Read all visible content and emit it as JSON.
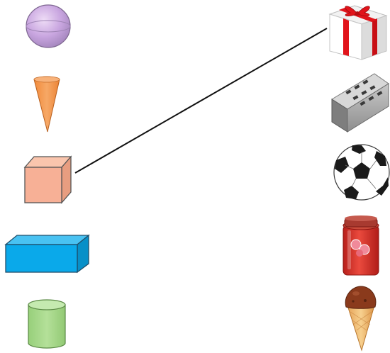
{
  "left_shapes": [
    {
      "name": "sphere-shape",
      "color": "#c9a6e0"
    },
    {
      "name": "cone-shape",
      "color": "#f4944a"
    },
    {
      "name": "cube-shape",
      "color": "#f7b096"
    },
    {
      "name": "cuboid-shape",
      "color": "#0aa9ea"
    },
    {
      "name": "cylinder-shape",
      "color": "#a8d88c"
    }
  ],
  "right_objects": [
    {
      "name": "gift-box-icon",
      "color": "#e1141b"
    },
    {
      "name": "brick-icon",
      "color": "#9a9a9a"
    },
    {
      "name": "football-icon",
      "color": "#1a1a1a"
    },
    {
      "name": "jam-jar-icon",
      "color": "#d8312b"
    },
    {
      "name": "ice-cream-cone-icon",
      "color": "#8a3a1c"
    }
  ],
  "connections": [
    {
      "from": "cube-shape",
      "to": "gift-box-icon"
    }
  ]
}
